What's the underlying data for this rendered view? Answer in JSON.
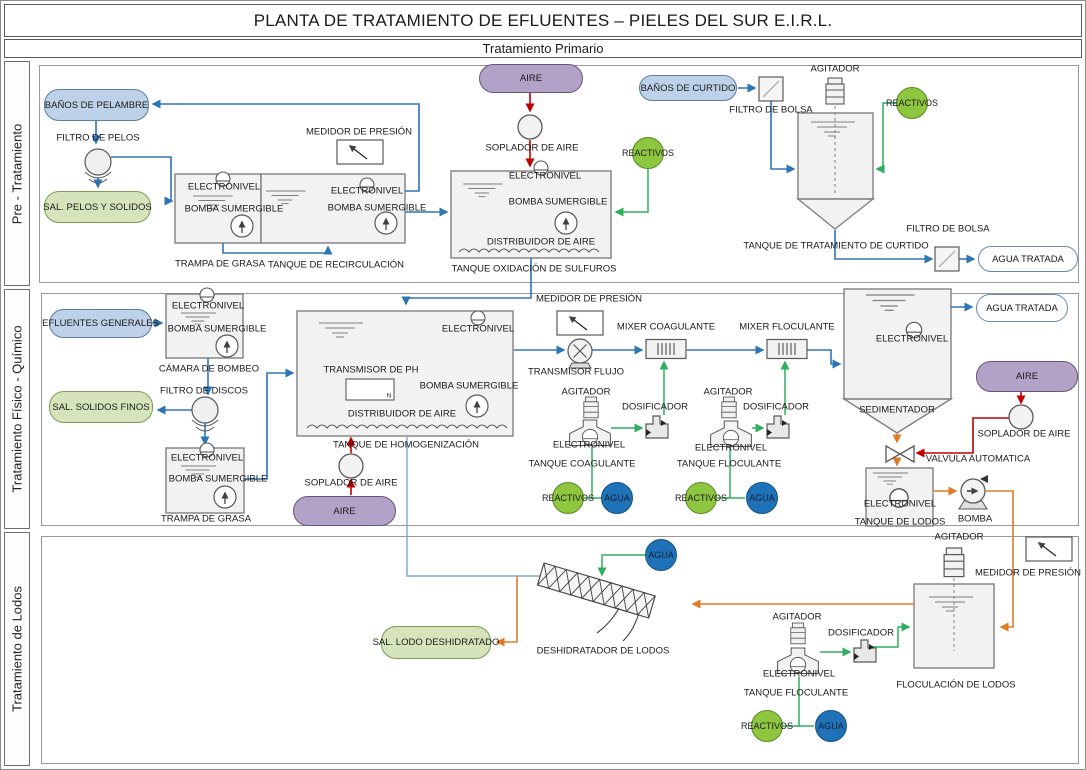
{
  "title": "PLANTA DE TRATAMIENTO DE EFLUENTES – PIELES DEL SUR E.I.R.L.",
  "subtitle": "Tratamiento Primario",
  "lanes": {
    "pre": "Pre - Tratamiento",
    "fisico_quimico": "Tratamiento Físico - Químico",
    "lodos": "Tratamiento de Lodos"
  },
  "terms": {
    "electronivel": "ELECTRONIVEL",
    "bomba_sumergible": "BOMBA SUMERGIBLE",
    "reactivos": "REACTIVOS",
    "agua": "AGUA",
    "aire": "AIRE",
    "agitador": "AGITADOR",
    "dosificador": "DOSIFICADOR",
    "soplador_aire": "SOPLADOR DE AIRE",
    "medidor_presion": "MEDIDOR DE PRESIÓN",
    "filtro_bolsa": "FILTRO DE BOLSA",
    "trampa_grasa": "TRAMPA DE GRASA",
    "agua_tratada": "AGUA TRATADA",
    "tanque_floculante": "TANQUE FLOCULANTE",
    "distribuidor_aire": "DISTRIBUIDOR DE AIRE",
    "ph_mark": "N"
  },
  "nodes": {
    "banos_pelambre": "BAÑOS DE PELAMBRE",
    "filtro_pelos": "FILTRO DE PELOS",
    "sal_pelos": "SAL. PELOS Y SOLIDOS",
    "tanque_recirculacion": "TANQUE DE RECIRCULACIÓN",
    "tanque_oxidacion": "TANQUE OXIDACIÓN DE SULFUROS",
    "banos_curtido": "BAÑOS DE CURTIDO",
    "tanque_curtido": "TANQUE DE TRATAMIENTO DE CURTIDO",
    "efluentes": "EFLUENTES GENERALES",
    "camara_bombeo": "CÁMARA DE BOMBEO",
    "filtro_discos": "FILTRO DE DISCOS",
    "sal_solidos": "SAL. SOLIDOS FINOS",
    "transmisor_ph": "TRANSMISOR DE PH",
    "tanque_homogenizacion": "TANQUE DE HOMOGENIZACIÓN",
    "transmisor_flujo": "TRANSMISOR FLUJO",
    "mixer_coagulante": "MIXER COAGULANTE",
    "mixer_floculante": "MIXER FLOCULANTE",
    "tanque_coagulante": "TANQUE COAGULANTE",
    "sedimentador": "SEDIMENTADOR",
    "valvula": "VALVULA AUTOMATICA",
    "tanque_lodos": "TANQUE DE LODOS",
    "bomba": "BOMBA",
    "sal_lodo": "SAL. LODO DESHIDRATADO",
    "deshidratador": "DESHIDRATADOR DE LODOS",
    "floculacion_lodos": "FLOCULACIÓN DE LODOS"
  },
  "colors": {
    "line_blue": "#2e75b6",
    "line_gray_blue": "#7da7c4",
    "line_green": "#2eaf5f",
    "line_red": "#c00000",
    "line_orange": "#e07b28",
    "pill_blue": "#bdd1e8",
    "pill_green": "#d6e4bc",
    "pill_purple": "#b3a2c7",
    "circle_green": "#8ec63f",
    "circle_blue": "#1f72b8",
    "tank_fill": "#f2f2f2"
  }
}
